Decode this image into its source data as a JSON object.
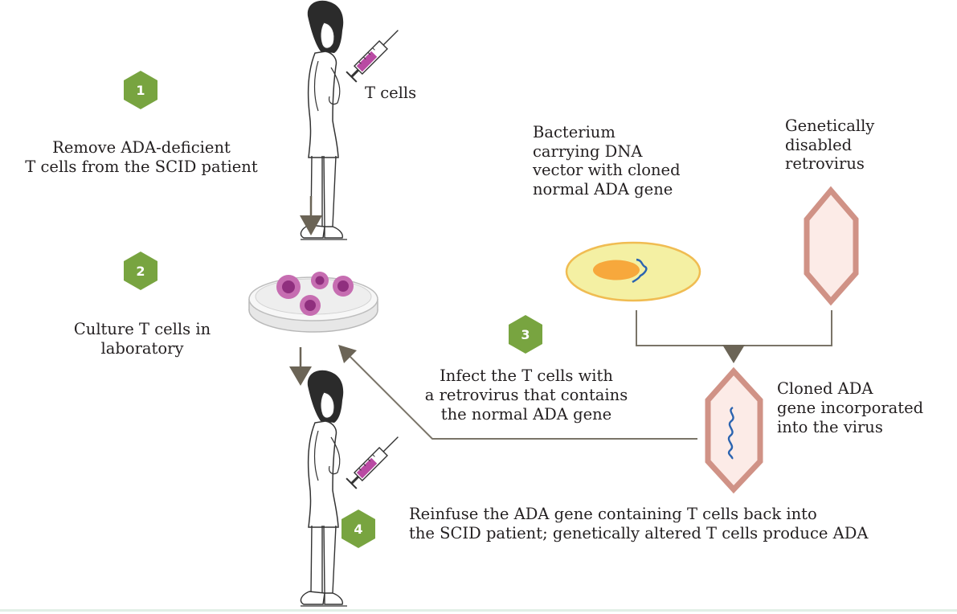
{
  "steps": [
    {
      "number": "1",
      "lines": [
        "Remove ADA-deficient",
        "T cells from the SCID patient"
      ]
    },
    {
      "number": "2",
      "lines": [
        "Culture T cells in",
        "laboratory"
      ]
    },
    {
      "number": "3",
      "lines": [
        "Infect the T cells with",
        "a retrovirus that contains",
        "the normal ADA gene"
      ]
    },
    {
      "number": "4",
      "lines": [
        "Reinfuse the ADA gene containing T cells back into",
        "the SCID patient; genetically altered T cells produce ADA"
      ]
    }
  ],
  "labels": {
    "t_cells": "T cells",
    "bacterium": [
      "Bacterium",
      "carrying DNA",
      "vector with cloned",
      "normal ADA gene"
    ],
    "retrovirus": [
      "Genetically",
      "disabled",
      "retrovirus"
    ],
    "cloned_virus": [
      "Cloned ADA",
      "gene incorporated",
      "into the virus"
    ]
  },
  "colors": {
    "step_badge": "#78a440",
    "arrow": "#6b6456",
    "connector": "#7a7468",
    "cell": "#b04a9c",
    "virus_outline": "#d09286",
    "virus_fill": "#fcebe7",
    "bacterium_fill": "#f4f0a3",
    "bacterium_outline": "#f0bc52",
    "plasmid": "#f7a83c",
    "dna": "#2b64b0"
  }
}
